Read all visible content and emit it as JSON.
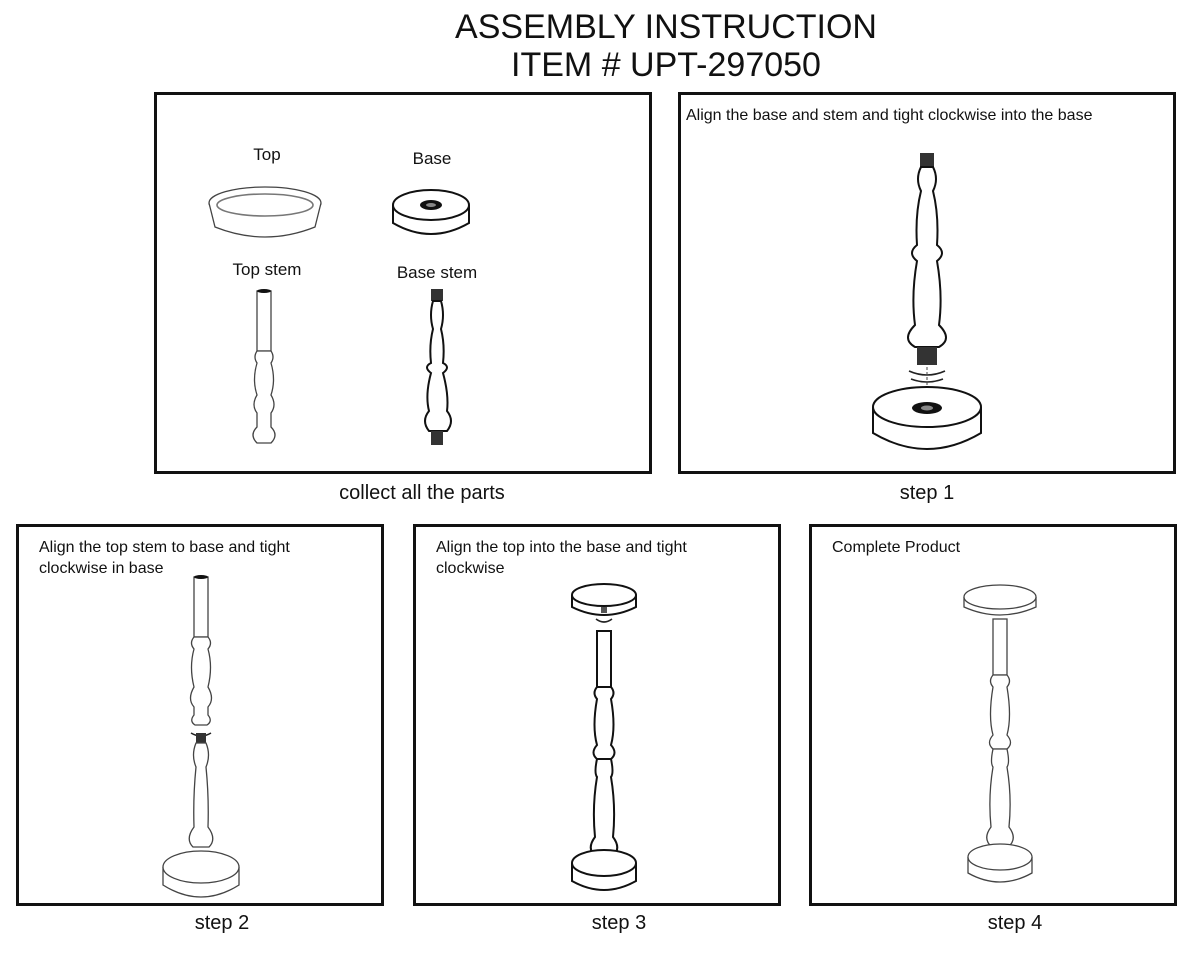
{
  "header": {
    "title_line1": "ASSEMBLY INSTRUCTION",
    "title_line2": "ITEM # UPT-297050"
  },
  "parts_panel": {
    "caption": "collect all the parts",
    "labels": {
      "top": "Top",
      "base": "Base",
      "top_stem": "Top stem",
      "base_stem": "Base stem"
    }
  },
  "step1": {
    "caption": "step 1",
    "text": "Align the base and stem and tight clockwise into the base"
  },
  "step2": {
    "caption": "step  2",
    "text_line1": "Align the top stem to base and tight",
    "text_line2": "clockwise in base"
  },
  "step3": {
    "caption": "step  3",
    "text_line1": "Align the top into the base and tight",
    "text_line2": "clockwise"
  },
  "step4": {
    "caption": "step  4",
    "text": "Complete Product"
  }
}
